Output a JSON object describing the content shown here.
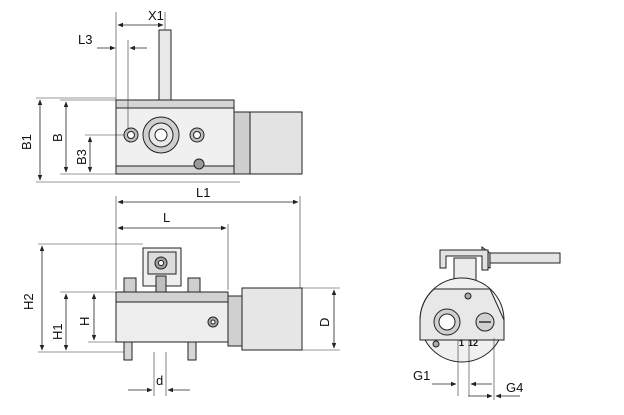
{
  "dimensions": {
    "x1": "X1",
    "l3": "L3",
    "b1": "B1",
    "b": "B",
    "b3": "B3",
    "l1": "L1",
    "l": "L",
    "h2": "H2",
    "h1": "H1",
    "h": "H",
    "d_upper": "D",
    "d_lower": "d",
    "g1": "G1",
    "g4": "G4"
  },
  "ports": {
    "port_1": "1",
    "port_12": "12"
  },
  "colors": {
    "body_light": "#f2f2f2",
    "body_mid": "#d9d9d9",
    "body_dark": "#b8b8b8",
    "outline": "#222222"
  }
}
